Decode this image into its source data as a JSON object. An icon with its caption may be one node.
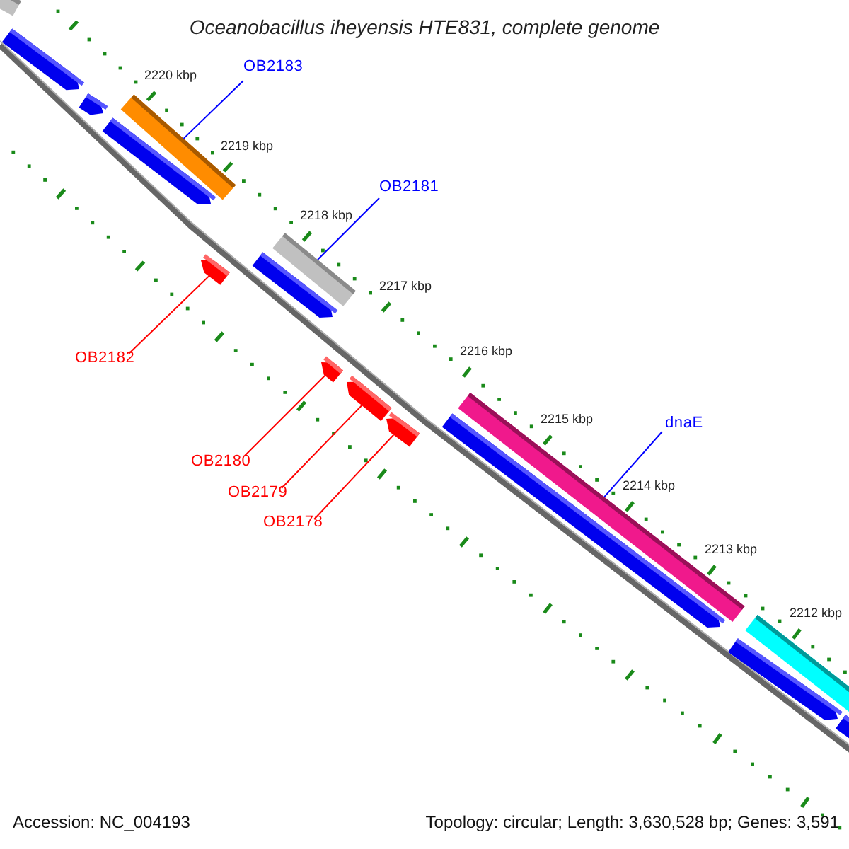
{
  "diagram": {
    "title": "Oceanobacillus iheyensis HTE831, complete genome",
    "nodes": [
      {
        "text": [
          "OB2183"
        ]
      },
      {
        "text": [],
        "shape": "bar"
      },
      {
        "text": [
          "OB2181"
        ]
      },
      {
        "text": [],
        "shape": "bar"
      },
      {
        "text": [
          "OB2182"
        ]
      },
      {
        "text": [],
        "shape": "bar"
      },
      {
        "text": [
          "OB2180"
        ]
      },
      {
        "text": [],
        "shape": "bar"
      },
      {
        "text": [
          "OB2179"
        ]
      },
      {
        "text": [],
        "shape": "bar"
      },
      {
        "text": [
          "OB2178"
        ]
      },
      {
        "text": [],
        "shape": "bar"
      },
      {
        "text": [
          "dnaE"
        ]
      },
      {
        "text": [],
        "shape": "bar"
      }
    ],
    "edges": [
      {
        "from": 0,
        "to": 1,
        "arrow": "none",
        "color": "#0000ff"
      },
      {
        "from": 2,
        "to": 3,
        "arrow": "none",
        "color": "#0000ff"
      },
      {
        "from": 4,
        "to": 5,
        "arrow": "none"
      },
      {
        "from": 6,
        "to": 7,
        "arrow": "none"
      },
      {
        "from": 8,
        "to": 9,
        "arrow": "none"
      },
      {
        "from": 10,
        "to": 11,
        "arrow": "none"
      },
      {
        "from": 12,
        "to": 13,
        "arrow": "none",
        "color": "#0000ff"
      }
    ],
    "labels": [
      "2220 kbp",
      "2219 kbp",
      "2218 kbp",
      "2217 kbp",
      "2216 kbp",
      "2215 kbp",
      "2214 kbp",
      "2213 kbp",
      "2212 kbp",
      "Accession: NC_004193",
      "Topology: circular; Length: 3,630,528 bp; Genes: 3,591"
    ]
  }
}
